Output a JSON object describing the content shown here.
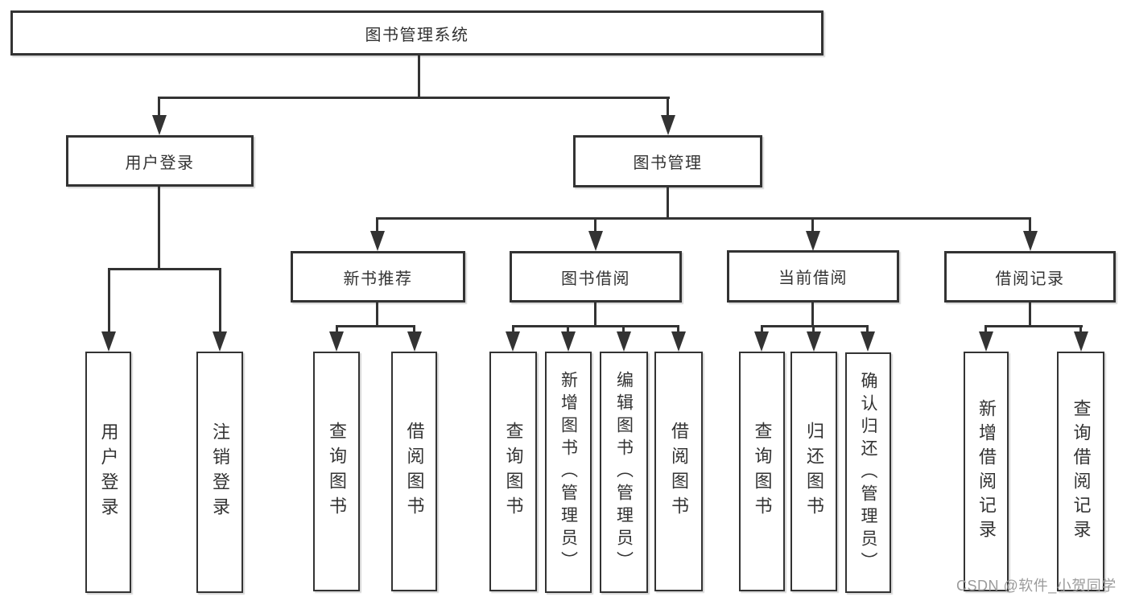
{
  "colors": {
    "line": "#333333",
    "box_border": "#333333",
    "box_fill": "#ffffff",
    "text": "#333333",
    "watermark": "#9b9b9b",
    "background": "#ffffff"
  },
  "watermark": {
    "text": "CSDN @软件_小贺同学"
  },
  "tree": {
    "root": {
      "label": "图书管理系统"
    },
    "branches": [
      {
        "label": "用户登录",
        "children": [
          {
            "label": "用户登录"
          },
          {
            "label": "注销登录"
          }
        ]
      },
      {
        "label": "图书管理",
        "children": [
          {
            "label": "新书推荐",
            "children": [
              {
                "label": "查询图书"
              },
              {
                "label": "借阅图书"
              }
            ]
          },
          {
            "label": "图书借阅",
            "children": [
              {
                "label": "查询图书"
              },
              {
                "label": "新增图书（管理员）"
              },
              {
                "label": "编辑图书（管理员）"
              },
              {
                "label": "借阅图书"
              }
            ]
          },
          {
            "label": "当前借阅",
            "children": [
              {
                "label": "查询图书"
              },
              {
                "label": "归还图书"
              },
              {
                "label": "确认归还（管理员）"
              }
            ]
          },
          {
            "label": "借阅记录",
            "children": [
              {
                "label": "新增借阅记录"
              },
              {
                "label": "查询借阅记录"
              }
            ]
          }
        ]
      }
    ]
  }
}
